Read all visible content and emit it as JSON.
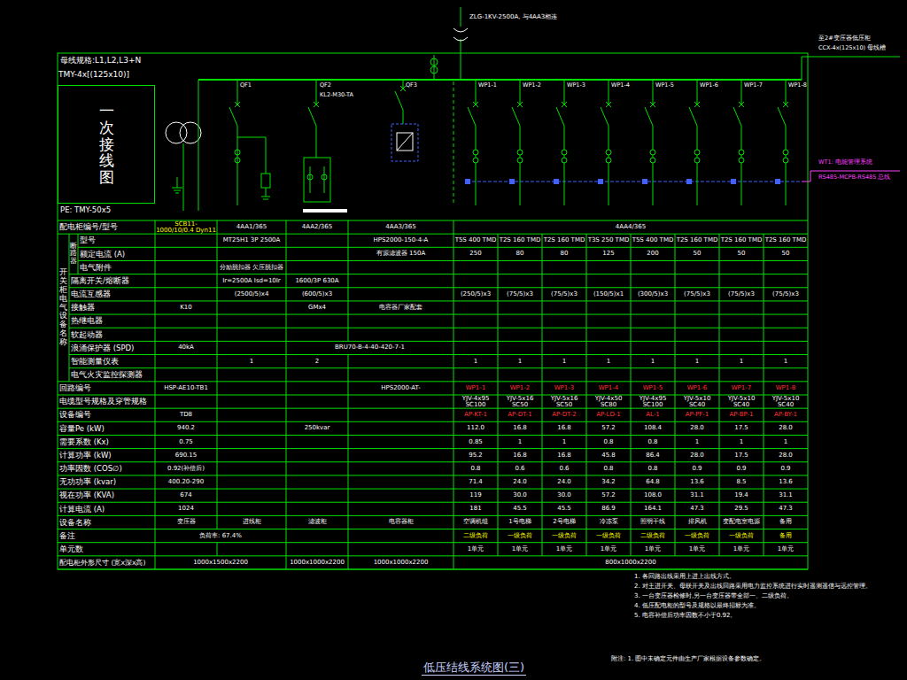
{
  "diagram": {
    "title": "低压结线系统图(三)",
    "nodes": [
      {
        "text": [
          "一次接线图"
        ]
      }
    ],
    "labels": [
      "母线规格:L1,L2,L3+N",
      "TMY-4x[(125x10)]",
      "PE: TMY-50x5",
      "ZLG-1KV-2500A, 与4AA3相连",
      "至2#变压器低压柜",
      "CCX-4x(125x10) 母线槽",
      "WT1: 电能管理系统",
      "RS485-MCPB-RS485 总线",
      "QF1",
      "QF2",
      "KL2-M30-TA",
      "QF3",
      "WP1-1",
      "WP1-2",
      "WP1-3",
      "WP1-4",
      "WP1-5",
      "WP1-6",
      "WP1-7",
      "WP1-8",
      "开关柜电气设备名称",
      "断路器",
      "配电柜编号/型号",
      "型号",
      "额定电流 (A)",
      "电气附件",
      "隔离开关/熔断器",
      "电流互感器",
      "接触器",
      "热继电器",
      "软起动器",
      "浪涌保护器 (SPD)",
      "智能测量仪表",
      "电气火灾监控探测器",
      "回路编号",
      "电缆型号规格及穿管规格",
      "设备编号",
      "容量Pe (kW)",
      "需要系数 (Kx)",
      "计算功率 (kW)",
      "功率因数 (COS∅)",
      "无功功率 (kvar)",
      "视在功率 (KVA)",
      "计算电流 (A)",
      "设备名称",
      "备注",
      "单元数",
      "配电柜外形尺寸 (宽x深x高)",
      "SCB11-1000/10/0.4 Dyn11",
      "4AA1/365",
      "4AA2/365",
      "4AA3/365",
      "4AA4/365",
      "MT25H1 3P 2500A",
      "HPS2000-150-4-A",
      "T5S 400 TMD",
      "T2S 160 TMD",
      "T2S 160 TMD",
      "T3S 250 TMD",
      "T5S 400 TMD",
      "T2S 160 TMD",
      "T2S 160 TMD",
      "T2S 160 TMD",
      "有源滤波器 150A",
      "250",
      "80",
      "80",
      "125",
      "200",
      "50",
      "50",
      "50",
      "分励脱扣器 欠压脱扣器",
      "Ir=2500A Isd=10Ir",
      "1600/3P 630A",
      "(2500/5)x4",
      "(600/5)x3",
      "(250/5)x3",
      "(75/5)x3",
      "(75/5)x3",
      "(150/5)x1",
      "(300/5)x3",
      "(75/5)x3",
      "(75/5)x3",
      "(75/5)x3",
      "K10",
      "GMx4",
      "电容器厂家配套",
      "40kA",
      "BRU70-B-4-40-420-7-1",
      "1",
      "2",
      "1",
      "1",
      "1",
      "1",
      "1",
      "1",
      "1",
      "1",
      "HSP-AE10-TB1",
      "HPS2000-AT-",
      "WP1-1",
      "WP1-2",
      "WP1-3",
      "WP1-4",
      "WP1-5",
      "WP1-6",
      "WP1-7",
      "WP1-8",
      "YJV-4x95 SC100",
      "YJV-5x16 SC50",
      "YJV-5x16 SC50",
      "YJV-4x50 SC80",
      "YJV-4x95 SC100",
      "YJV-5x10 SC40",
      "YJV-5x10 SC40",
      "YJV-5x10 SC40",
      "TD8",
      "AP-KT-1",
      "AP-DT-1",
      "AP-DT-2",
      "AP-LD-1",
      "AL-1",
      "AP-PF-1",
      "AP-BP-1",
      "AP-BY-1",
      "940.2",
      "250kvar",
      "112.0",
      "16.8",
      "16.8",
      "57.2",
      "108.4",
      "28.0",
      "17.5",
      "28.0",
      "0.75",
      "0.85",
      "1",
      "1",
      "0.8",
      "0.8",
      "1",
      "1",
      "1",
      "690.15",
      "95.2",
      "16.8",
      "16.8",
      "45.8",
      "86.4",
      "28.0",
      "17.5",
      "28.0",
      "0.92(补偿后)",
      "0.8",
      "0.6",
      "0.6",
      "0.8",
      "0.8",
      "0.9",
      "0.9",
      "0.9",
      "400.20-290",
      "71.4",
      "24.0",
      "24.0",
      "34.2",
      "64.8",
      "13.6",
      "8.5",
      "13.6",
      "674",
      "119",
      "30.0",
      "30.0",
      "57.2",
      "108.0",
      "31.1",
      "19.4",
      "31.1",
      "1024",
      "181",
      "45.5",
      "45.5",
      "86.9",
      "164.1",
      "47.3",
      "29.5",
      "47.3",
      "变压器",
      "进线柜",
      "滤波柜",
      "电容器柜",
      "空调机组",
      "1号电梯",
      "2号电梯",
      "冷冻泵",
      "照明干线",
      "排风机",
      "变配电室电源",
      "备用",
      "负荷率: 67.4%",
      "二级负荷",
      "一级负荷",
      "一级负荷",
      "一级负荷",
      "二级负荷",
      "一级负荷",
      "一级负荷",
      "备用",
      "1单元",
      "1单元",
      "1单元",
      "1单元",
      "1单元",
      "1单元",
      "1单元",
      "1单元",
      "1000x1500x2200",
      "1000x1000x2200",
      "1000x1000x2200",
      "800x1000x2200",
      "1. 各回路出线采用上进上出线方式。",
      "2. 对主进开关、母联开关及出线回路采用电力监控系统进行实时遥测遥信与远控管理。",
      "3. 一台变压器检修时,另一台变压器带全部一、二级负荷。",
      "4. 低压配电柜的型号及规格以最终招标为准。",
      "5. 电容补偿后功率因数不小于0.92。",
      "附注: 1. 图中未确定元件由生产厂家根据设备参数确定。"
    ]
  }
}
